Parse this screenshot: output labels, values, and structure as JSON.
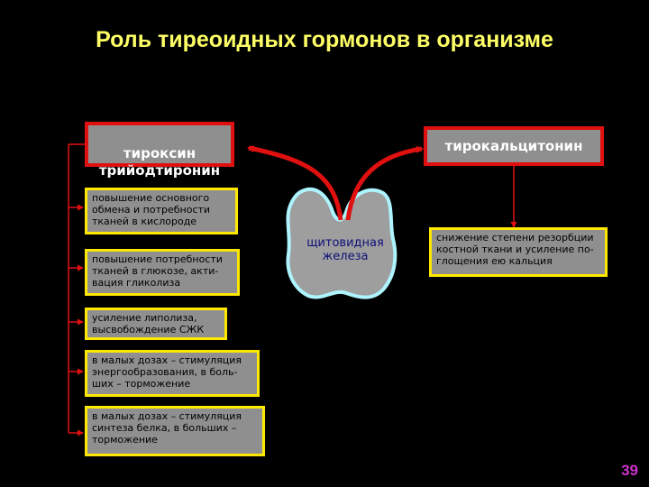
{
  "title": "Роль тиреоидных гормонов в организме",
  "hormones": {
    "left": "тироксин\nтрийодтиронин",
    "right": "тирокальцитонин"
  },
  "gland": "щитовидная\nжелеза",
  "effects_left": [
    "повышение основного обмена и потребности тканей в кислороде",
    "повышение потребности тканей в глюкозе, акти-вация гликолиза",
    "усиление липолиза, высвобождение СЖК",
    "в малых дозах – стимуляция энергообразования, в боль-ших – торможение",
    "в малых дозах – стимуляция синтеза белка, в больших – торможение"
  ],
  "effect_right": "снижение степени резорбции костной ткани и усиление по-глощения ею кальция",
  "page_number": "39",
  "colors": {
    "background": "#000000",
    "title": "#ffff66",
    "hormone_border": "#e01010",
    "effect_border": "#ffe800",
    "box_fill": "#8f8f8f",
    "page_number": "#cc33cc"
  }
}
